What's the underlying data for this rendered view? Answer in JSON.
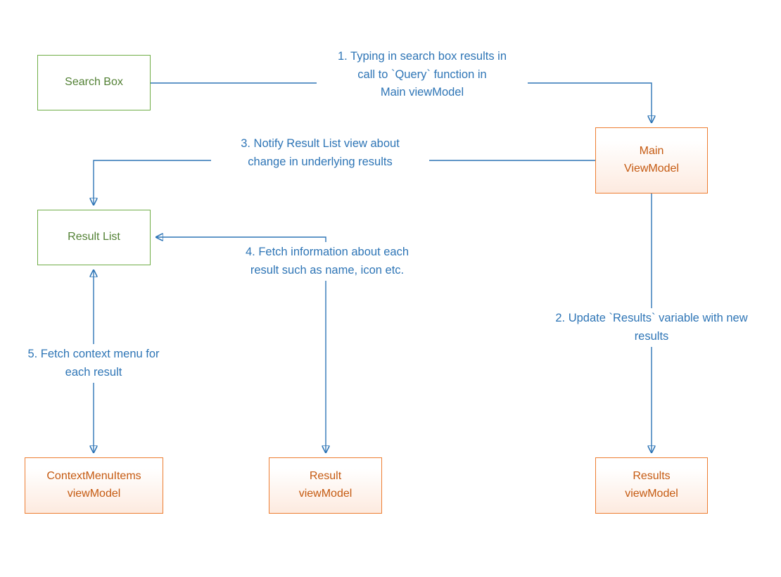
{
  "colors": {
    "blue": "#2E75B6",
    "green_border": "#70AD47",
    "green_text": "#538135",
    "orange_border": "#ED7D31",
    "orange_text": "#C55A11",
    "orange_fill": "#FDEADF"
  },
  "nodes": {
    "search_box": "Search Box",
    "main_viewmodel": "Main\nViewModel",
    "result_list": "Result List",
    "contextmenuitems_viewmodel": "ContextMenuItems\nviewModel",
    "result_viewmodel": "Result\nviewModel",
    "results_viewmodel": "Results\nviewModel"
  },
  "labels": {
    "step1": "1. Typing in search box results in\ncall to `Query` function in\nMain viewModel",
    "step2": "2. Update `Results` variable with new\nresults",
    "step3": "3. Notify Result List view about\nchange in underlying results",
    "step4": "4. Fetch information about each\nresult such as name, icon etc.",
    "step5": "5. Fetch context menu for\neach result"
  }
}
